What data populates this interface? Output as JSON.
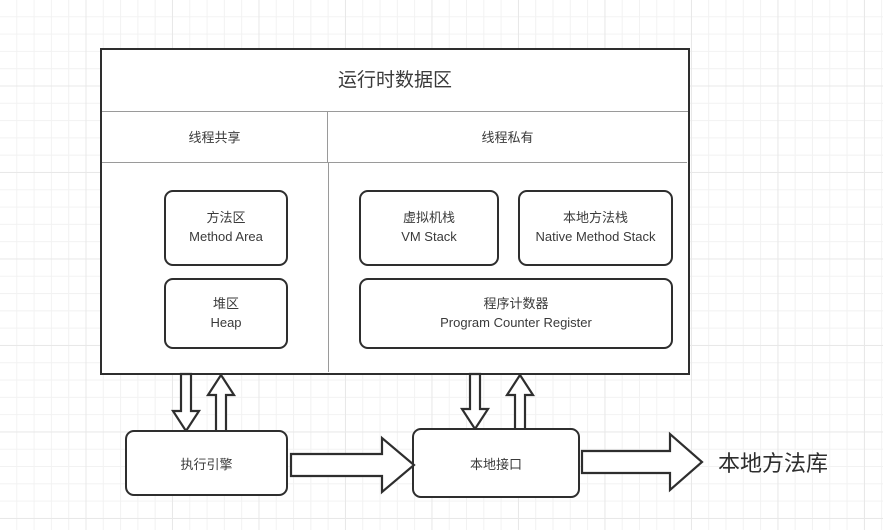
{
  "diagram": {
    "title_label": "运行时数据区",
    "columns": {
      "shared_label": "线程共享",
      "private_label": "线程私有"
    },
    "regions": {
      "method_area": {
        "cn": "方法区",
        "en": "Method Area"
      },
      "heap": {
        "cn": "堆区",
        "en": "Heap"
      },
      "vm_stack": {
        "cn": "虚拟机栈",
        "en": "VM Stack"
      },
      "native_method_stack": {
        "cn": "本地方法栈",
        "en": "Native Method Stack"
      },
      "pc_register": {
        "cn": "程序计数器",
        "en": "Program Counter Register"
      }
    },
    "components": {
      "execution_engine": "执行引擎",
      "native_interface": "本地接口",
      "native_method_library": "本地方法库"
    },
    "colors": {
      "box_border": "#2e2e2e",
      "divider": "#9a9a9a",
      "text": "#3a3a3a",
      "grid_minor": "#f2f2f2",
      "grid_major": "#e8e8e8",
      "background": "#ffffff"
    }
  }
}
